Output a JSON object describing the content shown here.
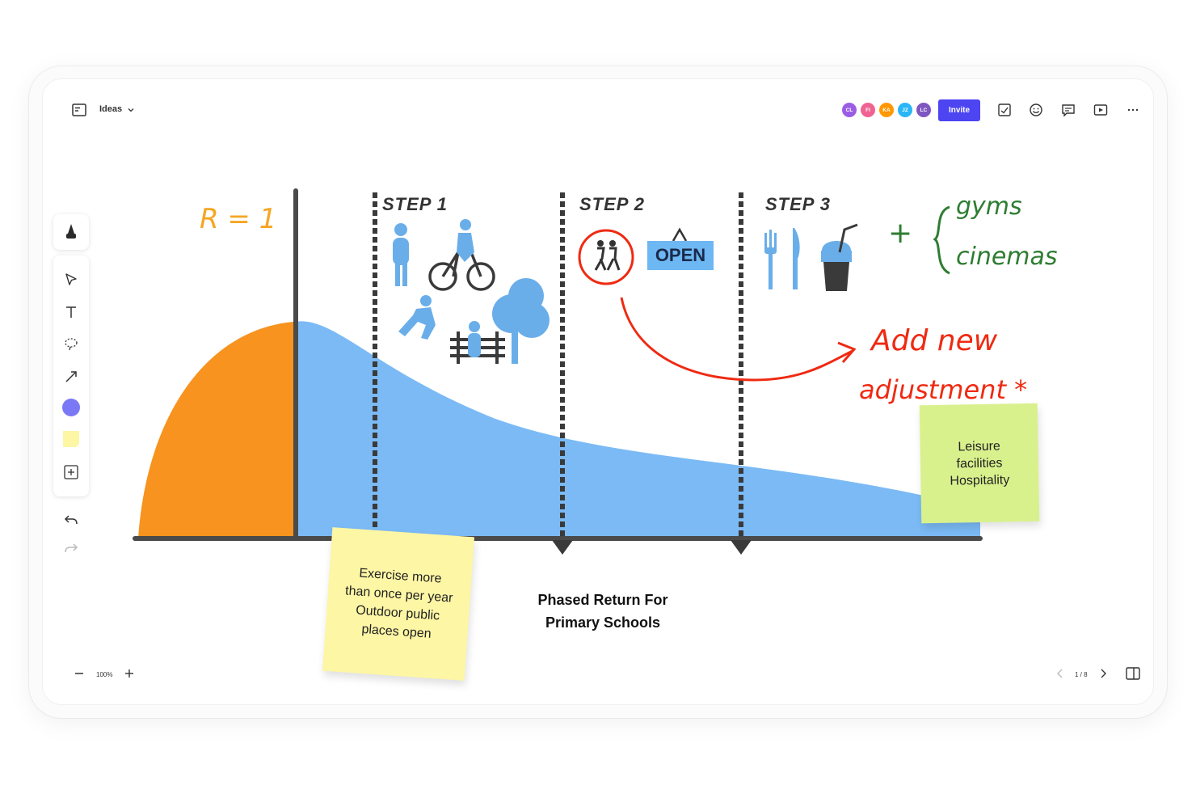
{
  "header": {
    "board_name": "Ideas",
    "invite_label": "Invite",
    "collaborators": [
      {
        "initials": "CL",
        "color": "#9b5de5"
      },
      {
        "initials": "FI",
        "color": "#f06292"
      },
      {
        "initials": "KA",
        "color": "#ff9800"
      },
      {
        "initials": "JZ",
        "color": "#29b6f6"
      },
      {
        "initials": "LC",
        "color": "#7e57c2"
      }
    ],
    "icons": [
      "board-icon",
      "checklist-icon",
      "emoji-icon",
      "comment-icon",
      "present-icon",
      "more-icon"
    ]
  },
  "toolbar": {
    "tools": [
      "pen-icon",
      "select-icon",
      "text-icon",
      "lasso-icon",
      "arrow-icon",
      "color-swatch",
      "sticky-note-icon",
      "add-frame-icon"
    ],
    "active_color": "#7b78f5",
    "sticky_color": "#fdf6a5"
  },
  "canvas": {
    "r_label": "R = 1",
    "steps": [
      "STEP 1",
      "STEP 2",
      "STEP 3"
    ],
    "open_sign": "OPEN",
    "plus_sign": "+",
    "venues": [
      "gyms",
      "cinemas"
    ],
    "annotation": [
      "Add new",
      "adjustment *"
    ],
    "sticky_yellow": [
      "Exercise more",
      "than once per year",
      "Outdoor public",
      "places open"
    ],
    "sticky_green": [
      "Leisure",
      "facilities",
      "Hospitality"
    ],
    "caption": [
      "Phased Return For",
      "Primary Schools"
    ],
    "colors": {
      "orange": "#f7931e",
      "blue": "#7bbaf5",
      "axis": "#4a4a4a",
      "red": "#ef2a12",
      "green": "#2e7d32",
      "yellow_label": "#f5a623"
    }
  },
  "footer": {
    "zoom": "100%",
    "page": "1 / 8"
  }
}
